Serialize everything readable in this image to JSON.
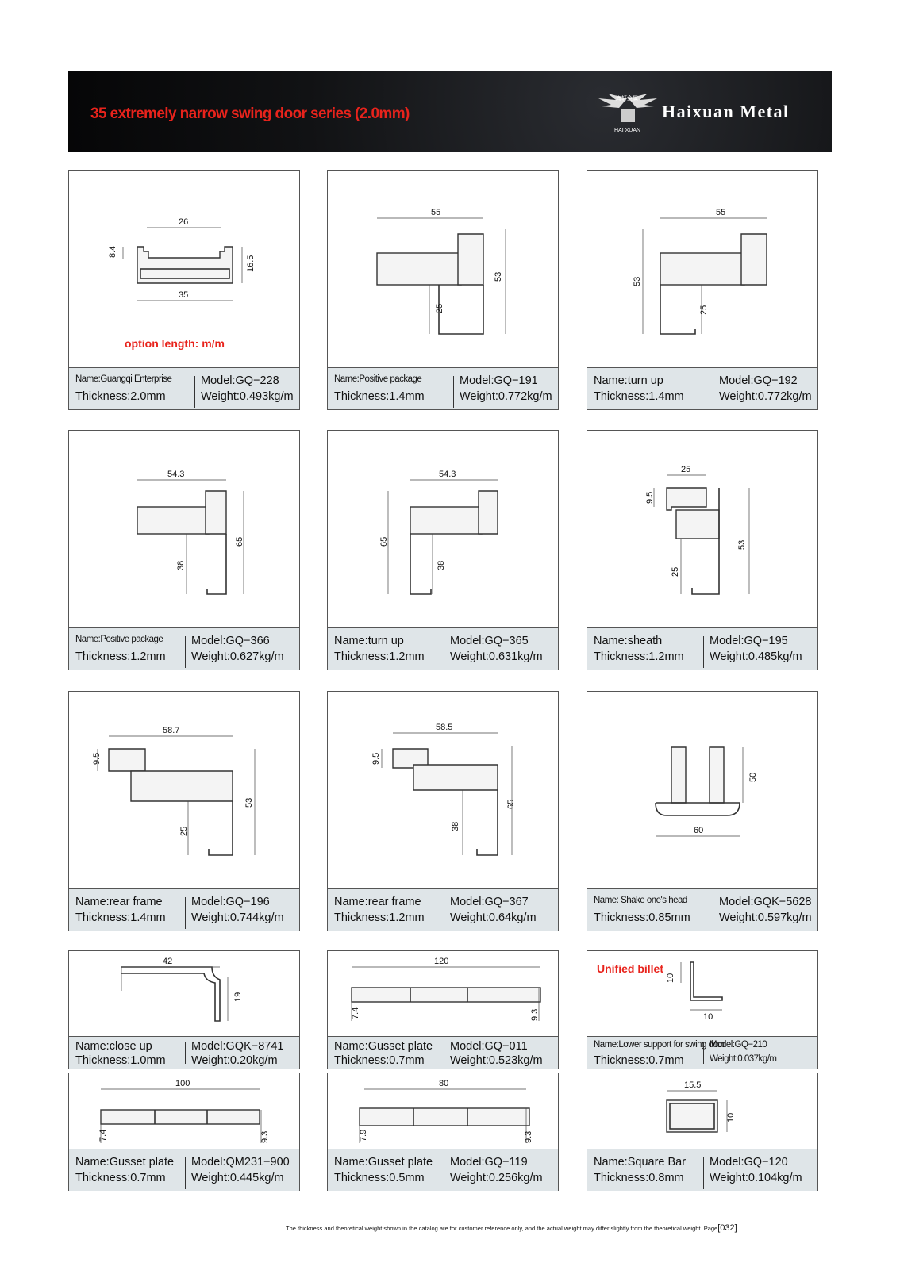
{
  "header": {
    "title": "35 extremely narrow swing door series (2.0mm)",
    "logo_cn": "海轩金属",
    "logo_sub": "HAI XUAN",
    "brand": "Haixuan Metal"
  },
  "products": [
    {
      "name": "Name:Guangqi Enterprise",
      "thickness": "Thickness:2.0mm",
      "model": "Model:GQ−228",
      "weight": "Weight:0.493kg/m",
      "dims": [
        "26",
        "8.4",
        "16.5",
        "35"
      ],
      "note": "option length:  m/m"
    },
    {
      "name": "Name:Positive package",
      "thickness": "Thickness:1.4mm",
      "model": "Model:GQ−191",
      "weight": "Weight:0.772kg/m",
      "dims": [
        "55",
        "53",
        "25"
      ]
    },
    {
      "name": "Name:turn up",
      "thickness": "Thickness:1.4mm",
      "model": "Model:GQ−192",
      "weight": "Weight:0.772kg/m",
      "dims": [
        "55",
        "53",
        "25"
      ]
    },
    {
      "name": "Name:Positive package",
      "thickness": "Thickness:1.2mm",
      "model": "Model:GQ−366",
      "weight": "Weight:0.627kg/m",
      "dims": [
        "54.3",
        "65",
        "38"
      ]
    },
    {
      "name": "Name:turn up",
      "thickness": "Thickness:1.2mm",
      "model": "Model:GQ−365",
      "weight": "Weight:0.631kg/m",
      "dims": [
        "54.3",
        "65",
        "38"
      ]
    },
    {
      "name": "Name:sheath",
      "thickness": "Thickness:1.2mm",
      "model": "Model:GQ−195",
      "weight": "Weight:0.485kg/m",
      "dims": [
        "25",
        "9.5",
        "53",
        "25"
      ]
    },
    {
      "name": "Name:rear frame",
      "thickness": "Thickness:1.4mm",
      "model": "Model:GQ−196",
      "weight": "Weight:0.744kg/m",
      "dims": [
        "58.7",
        "9.5",
        "53",
        "25"
      ]
    },
    {
      "name": "Name:rear frame",
      "thickness": "Thickness:1.2mm",
      "model": "Model:GQ−367",
      "weight": "Weight:0.64kg/m",
      "dims": [
        "58.5",
        "9.5",
        "65",
        "38"
      ]
    },
    {
      "name": "Name: Shake one's head",
      "thickness": "Thickness:0.85mm",
      "model": "Model:GQK−5628",
      "weight": "Weight:0.597kg/m",
      "dims": [
        "50",
        "60"
      ]
    },
    {
      "name": "Name:close up",
      "thickness": "Thickness:1.0mm",
      "model": "Model:GQK−8741",
      "weight": "Weight:0.20kg/m",
      "dims": [
        "42",
        "19"
      ]
    },
    {
      "name": "Name:Gusset plate",
      "thickness": "Thickness:0.7mm",
      "model": "Model:GQ−011",
      "weight": "Weight:0.523kg/m",
      "dims": [
        "120",
        "7.4",
        "9.3"
      ]
    },
    {
      "name": "Name:Lower support for swing door",
      "thickness": "Thickness:0.7mm",
      "model": "Model:GQ−210",
      "weight": "Weight:0.037kg/m",
      "dims": [
        "10",
        "10"
      ],
      "note": "Unified billet"
    },
    {
      "name": "Name:Gusset plate",
      "thickness": "Thickness:0.7mm",
      "model": "Model:QM231−900",
      "weight": "Weight:0.445kg/m",
      "dims": [
        "100",
        "7.4",
        "9.3"
      ]
    },
    {
      "name": "Name:Gusset plate",
      "thickness": "Thickness:0.5mm",
      "model": "Model:GQ−119",
      "weight": "Weight:0.256kg/m",
      "dims": [
        "80",
        "7.9",
        "9.3"
      ]
    },
    {
      "name": "Name:Square Bar",
      "thickness": "Thickness:0.8mm",
      "model": "Model:GQ−120",
      "weight": "Weight:0.104kg/m",
      "dims": [
        "15.5",
        "10"
      ]
    }
  ],
  "footer": {
    "note": "The thickness and theoretical weight shown in the catalog are for customer reference only, and the actual weight may differ slightly from the theoretical weight.",
    "page_label": "Page",
    "page_number": "[032]"
  }
}
